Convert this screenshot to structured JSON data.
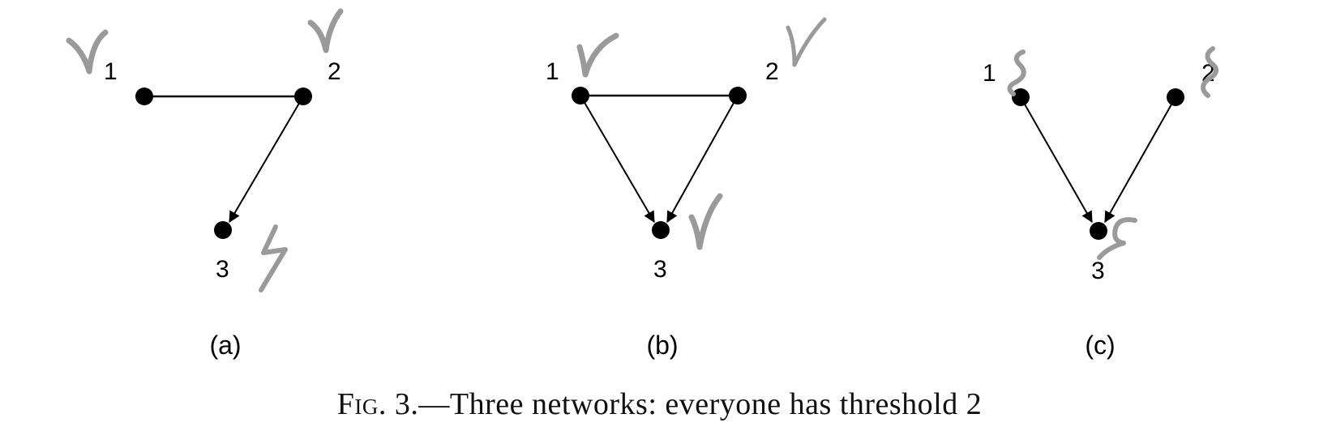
{
  "panels": [
    {
      "id": "a",
      "label": "(a)",
      "nodes": [
        "1",
        "2",
        "3"
      ]
    },
    {
      "id": "b",
      "label": "(b)",
      "nodes": [
        "1",
        "2",
        "3"
      ]
    },
    {
      "id": "c",
      "label": "(c)",
      "nodes": [
        "1",
        "2",
        "3"
      ]
    }
  ],
  "caption": {
    "fig": "Fig.",
    "number": " 3.",
    "text": "—Three networks: everyone has threshold 2"
  },
  "colors": {
    "ink": "#000000",
    "handwriting": "#9a9a9a"
  },
  "annotations": {
    "a": [
      "check",
      "check",
      "squiggle"
    ],
    "b": [
      "check",
      "check",
      "check"
    ],
    "c": [
      "squiggle",
      "squiggle",
      "squiggle"
    ]
  }
}
